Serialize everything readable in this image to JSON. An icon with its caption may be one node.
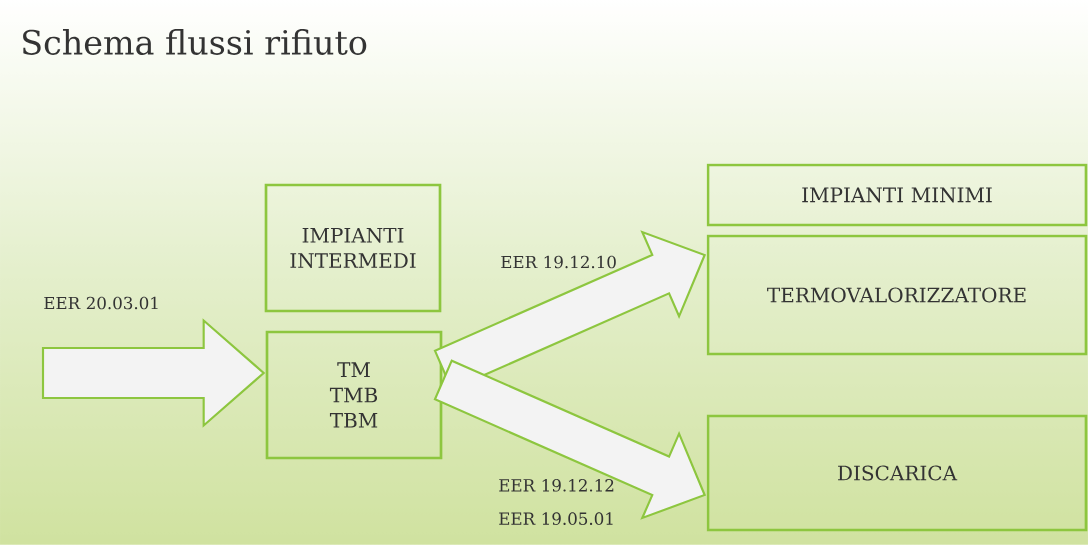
{
  "diagram": {
    "title": "Schema flussi rifiuto",
    "nodes": [
      {
        "text": [
          "IMPIANTI INTERMEDI"
        ]
      },
      {
        "text": [
          "TM TMB TBM"
        ]
      },
      {
        "text": [
          "IMPIANTI MINIMI"
        ]
      },
      {
        "text": [
          "TERMOVALORIZZATORE"
        ]
      },
      {
        "text": [
          "DISCARICA"
        ]
      }
    ],
    "edges": [
      {
        "from": null,
        "to": 1,
        "arrow": "to",
        "label": "EER 20.03.01"
      },
      {
        "from": 1,
        "to": 3,
        "arrow": "to",
        "label": "EER 19.12.10"
      },
      {
        "from": 1,
        "to": 4,
        "arrow": "to",
        "label": "EER 19.12.12 EER 19.05.01"
      }
    ]
  }
}
